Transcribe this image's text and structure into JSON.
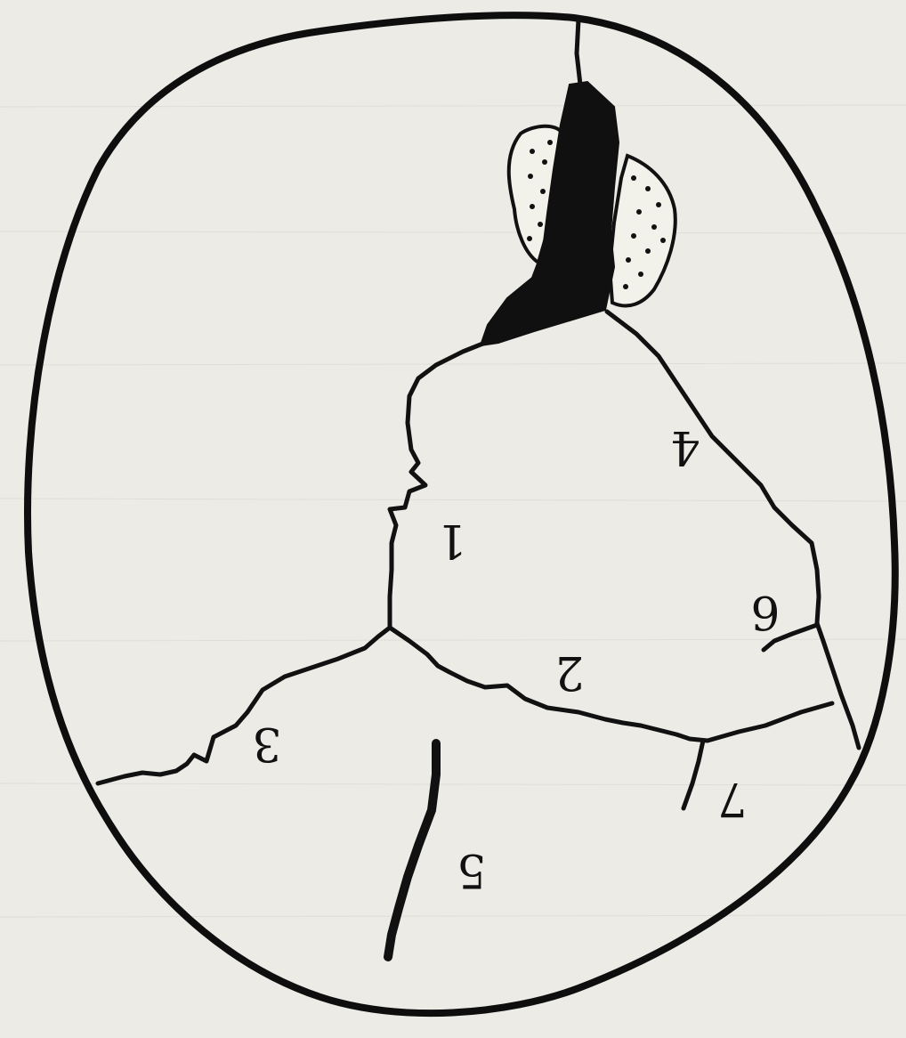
{
  "colors": {
    "background": "#ecebe6",
    "ink": "#111111",
    "stipple_fill": "#f2f1ea",
    "dark_region": "#101010"
  },
  "labels": {
    "l1": "1",
    "l2": "2",
    "l3": "3",
    "l4": "4",
    "l5": "5",
    "l6": "6",
    "l7": "7"
  }
}
